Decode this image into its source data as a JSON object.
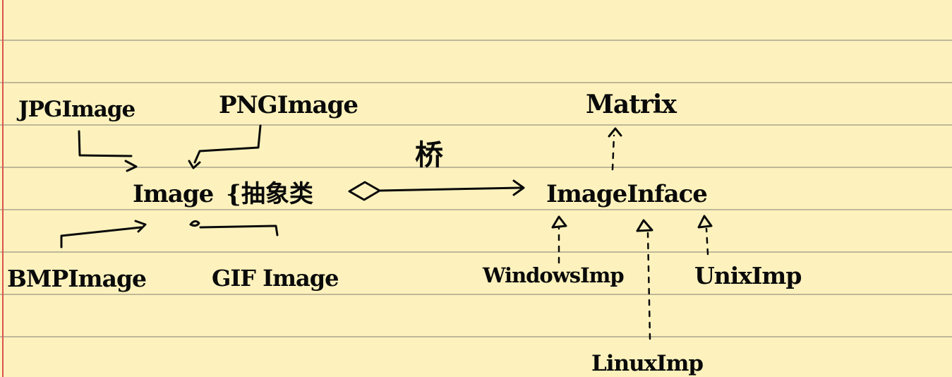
{
  "diagram": {
    "nodes": {
      "jpg": "JPGImage",
      "png": "PNGImage",
      "image": "Image",
      "abstract_note": "{抽象类",
      "bmp": "BMPImage",
      "gif": "GIF Image",
      "bridge_label": "桥",
      "matrix": "Matrix",
      "image_interface": "ImageInface",
      "windows_imp": "WindowsImp",
      "unix_imp": "UnixImp",
      "linux_imp": "LinuxImp"
    }
  },
  "colors": {
    "paper": "#fdf2bd",
    "rule_line": "#bfb799",
    "margin": "#d9534f",
    "ink": "#0a0a0a"
  }
}
